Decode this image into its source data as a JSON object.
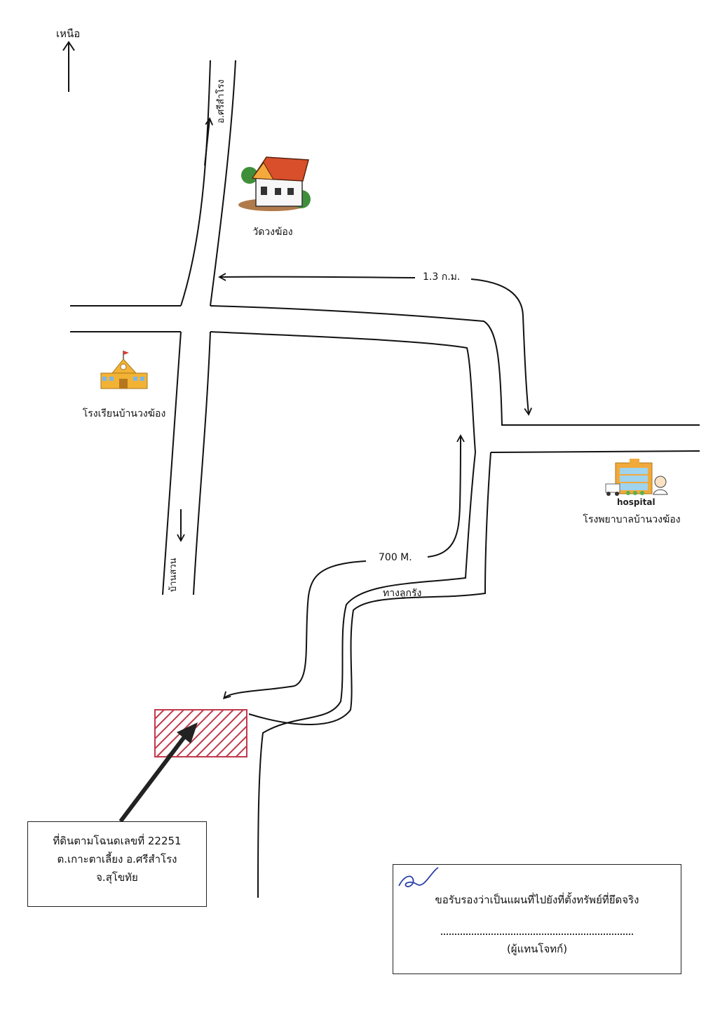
{
  "north": {
    "label": "เหนือ"
  },
  "roads": {
    "north_road": "อ.ศรีสำโรง",
    "south_road": "บ้านสวน",
    "lane": "ทางลูกรัง"
  },
  "distances": {
    "temple_route": "1.3 ก.ม.",
    "lane_route": "700 M."
  },
  "landmarks": {
    "temple": "วัดวงฆ้อง",
    "school": "โรงเรียนบ้านวงฆ้อง",
    "hospital": "โรงพยาบาลบ้านวงฆ้อง",
    "hospital_sign": "hospital"
  },
  "parcel_box": {
    "line1": "ที่ดินตามโฉนดเลขที่ 22251",
    "line2": "ต.เกาะตาเลี้ยง  อ.ศรีสำโรง",
    "line3": "จ.สุโขทัย"
  },
  "certification": {
    "text": "ขอรับรองว่าเป็นแผนที่ไปยังที่ตั้งทรัพย์ที่ยึดจริง",
    "role": "(ผู้แทนโจทก์)"
  },
  "colors": {
    "ink": "#111111",
    "parcel_hatch": "#c0394b",
    "signature": "#2a3ea8",
    "temple_roof": "#e2572b",
    "school_body": "#f2b335",
    "hospital_body": "#f2a93b"
  },
  "icons": [
    "north-arrow-icon",
    "temple-icon",
    "school-icon",
    "hospital-icon",
    "pointer-arrow-icon"
  ]
}
